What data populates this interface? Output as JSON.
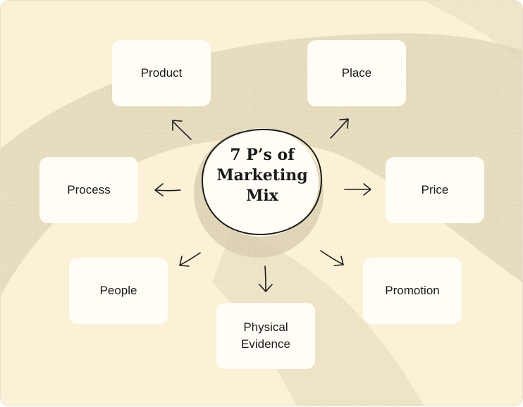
{
  "diagram": {
    "center": {
      "lines": [
        "7 P’s of",
        "Marketing",
        "Mix"
      ]
    },
    "nodes": {
      "product": {
        "label": "Product"
      },
      "place": {
        "label": "Place"
      },
      "process": {
        "label": "Process"
      },
      "price": {
        "label": "Price"
      },
      "people": {
        "label": "People"
      },
      "promotion": {
        "label": "Promotion"
      },
      "physical_evidence": {
        "lines": [
          "Physical",
          "Evidence"
        ]
      }
    }
  },
  "colors": {
    "background": "#fbf1d6",
    "card": "#fffdf5",
    "text": "#1a1a1a",
    "texture": "#d9cfb4"
  }
}
